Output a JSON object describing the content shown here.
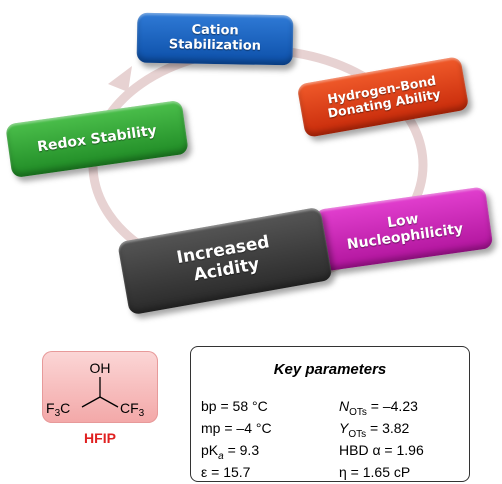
{
  "cycle": {
    "items": [
      {
        "id": "cation",
        "label": "Cation\nStabilization",
        "color": "#0c4fa8"
      },
      {
        "id": "hbd",
        "label": "Hydrogen-Bond\nDonating Ability",
        "color": "#d8330f"
      },
      {
        "id": "low",
        "label": "Low\nNucleophilicity",
        "color": "#c01cab"
      },
      {
        "id": "acid",
        "label": "Increased\nAcidity",
        "color": "#333333"
      },
      {
        "id": "redox",
        "label": "Redox Stability",
        "color": "#2a9630"
      }
    ],
    "ring_color": "#e7d2d2"
  },
  "molecule": {
    "oh": "OH",
    "left_group": "F3C",
    "right_group": "CF3",
    "name": "HFIP",
    "name_color": "#e02020"
  },
  "params": {
    "title": "Key parameters",
    "bp": "bp = 58 °C",
    "mp": "mp = –4 °C",
    "pka_prefix": "pK",
    "pka_sub": "a",
    "pka_value": " = 9.3",
    "eps": "ε = 15.7",
    "n_sym": "N",
    "n_sub": "OTs",
    "n_value": " = –4.23",
    "y_sym": "Y",
    "y_sub": "OTs",
    "y_value": " = 3.82",
    "hbd": "HBD α = 1.96",
    "eta": "η = 1.65 cP"
  }
}
